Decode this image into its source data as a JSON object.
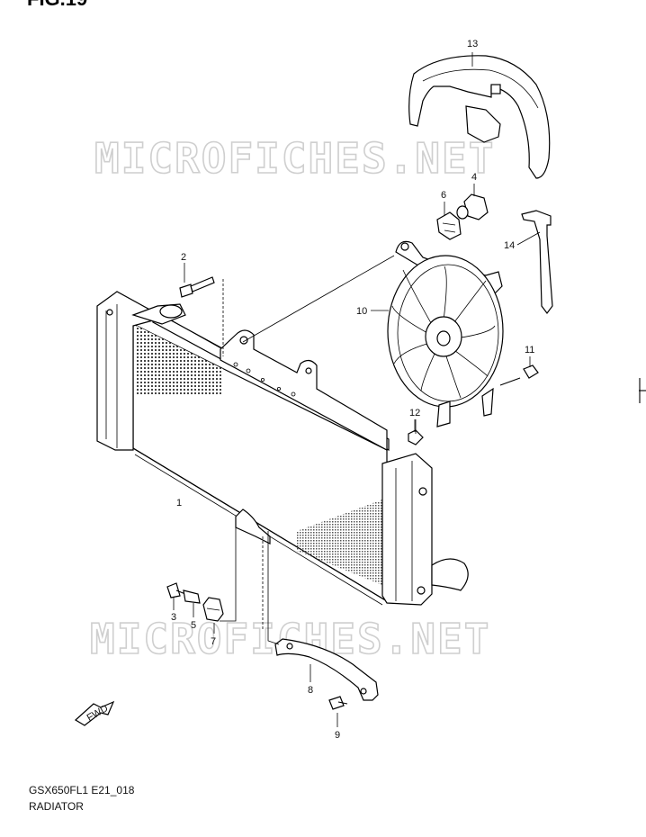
{
  "figure": {
    "title": "FIG.19"
  },
  "watermark": {
    "text_top": "MICROFICHES.NET",
    "text_bottom": "MICROFICHES.NET"
  },
  "footer": {
    "code": "GSX650FL1 E21_018",
    "name": "RADIATOR"
  },
  "fwd_arrow": {
    "label": "FWD"
  },
  "callouts": {
    "c1": "1",
    "c2": "2",
    "c3": "3",
    "c4": "4",
    "c5": "5",
    "c6": "6",
    "c7": "7",
    "c8": "8",
    "c9": "9",
    "c10": "10",
    "c11": "11",
    "c12": "12",
    "c13": "13",
    "c14": "14"
  }
}
